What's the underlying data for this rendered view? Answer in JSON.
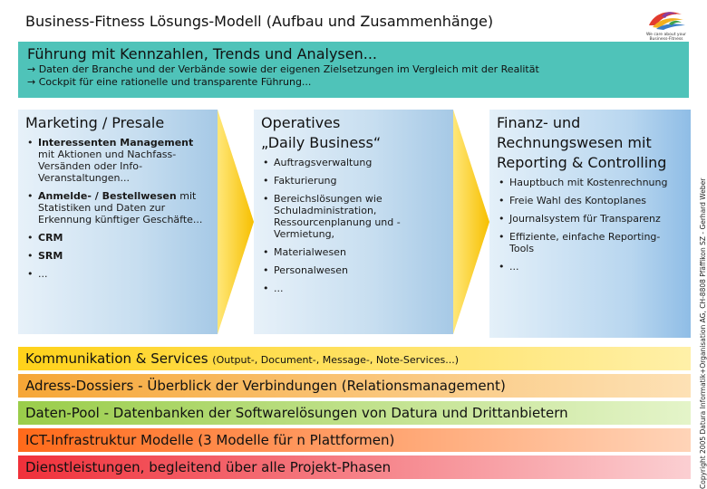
{
  "title": "Business-Fitness Lösungs-Modell (Aufbau und Zusammenhänge)",
  "logo": {
    "tagline": "We care about your Business-Fitness"
  },
  "top_banner": {
    "heading": "Führung mit Kennzahlen, Trends und Analysen...",
    "line1": "→ Daten der Branche und der Verbände sowie der eigenen Zielsetzungen im Vergleich mit der Realität",
    "line2": "→ Cockpit für eine rationelle und transparente Führung..."
  },
  "columns": {
    "marketing": {
      "heading": "Marketing / Presale",
      "items": [
        {
          "bold": "Interessenten Management",
          "text": "mit Aktionen und Nachfass-Versänden oder Info-Veranstaltungen..."
        },
        {
          "bold": "Anmelde- / Bestellwesen",
          "text": "mit Statistiken und Daten zur Erkennung künftiger Geschäfte..."
        },
        {
          "bold": "CRM",
          "text": ""
        },
        {
          "bold": "SRM",
          "text": ""
        },
        {
          "bold": "",
          "text": "..."
        }
      ]
    },
    "operativ": {
      "heading1": "Operatives",
      "heading2": "„Daily Business“",
      "items": [
        "Auftragsverwaltung",
        "Fakturierung",
        "Bereichslösungen wie Schuladministration, Ressourcenplanung und -Vermietung,",
        "Materialwesen",
        "Personalwesen",
        "..."
      ]
    },
    "finanz": {
      "heading": "Finanz- und Rechnungswesen mit Reporting & Controlling",
      "items": [
        "Hauptbuch mit Kostenrechnung",
        "Freie Wahl des Kontoplanes",
        "Journalsystem für Transparenz",
        "Effiziente, einfache Reporting-Tools",
        "..."
      ]
    }
  },
  "bands": [
    {
      "main": "Kommunikation & Services",
      "sub": "(Output-, Document-, Message-, Note-Services...)",
      "color": "#ffd21a"
    },
    {
      "main": "Adress-Dossiers",
      "sub": "- Überblick der Verbindungen (Relationsmanagement)",
      "color": "#f6a636"
    },
    {
      "main": "Daten-Pool",
      "sub": "- Datenbanken der Softwarelösungen von Datura und Drittanbietern",
      "color": "#9acd4a"
    },
    {
      "main": "ICT-Infrastruktur Modelle",
      "sub": "(3 Modelle für n Plattformen)",
      "color": "#ff6a1a"
    },
    {
      "main": "Dienstleistungen,",
      "sub": "begleitend über alle Projekt-Phasen",
      "color": "#f0303a"
    }
  ],
  "copyright": "Copyright 2005 Datura Informatik+Organisation AG, CH-8808 Pfäffikon SZ - Gerhard Weber"
}
